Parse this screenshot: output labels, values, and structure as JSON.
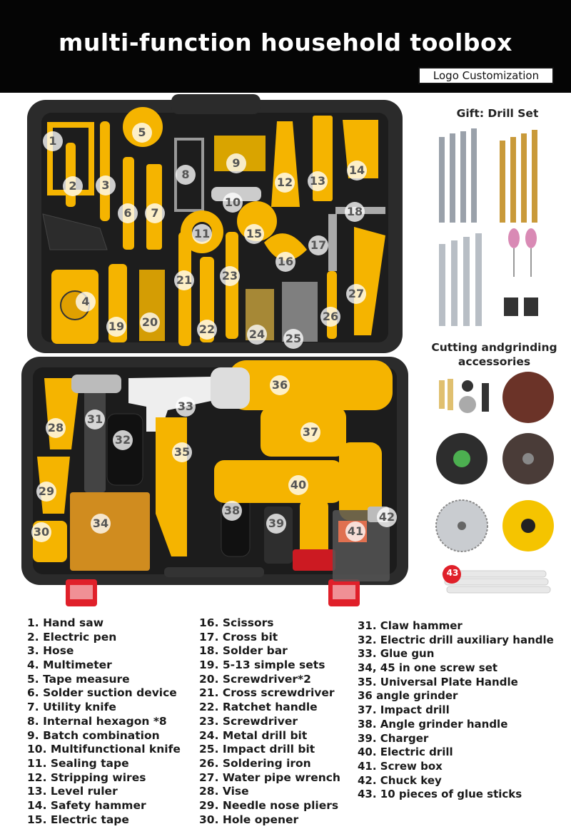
{
  "header": {
    "title": "multi-function household toolbox",
    "logo_button": "Logo Customization"
  },
  "gift": {
    "heading": "Gift: Drill Set"
  },
  "cutting": {
    "heading_line1": "Cutting andgrinding",
    "heading_line2": "accessories",
    "glue_badge": "43"
  },
  "case_labels": [
    "1",
    "2",
    "3",
    "4",
    "5",
    "6",
    "7",
    "8",
    "9",
    "10",
    "11",
    "12",
    "13",
    "14",
    "15",
    "16",
    "17",
    "18",
    "19",
    "20",
    "21",
    "22",
    "23",
    "24",
    "25",
    "26",
    "27",
    "28",
    "29",
    "30",
    "31",
    "32",
    "33",
    "34",
    "35",
    "36",
    "37",
    "38",
    "39",
    "40",
    "41",
    "42"
  ],
  "list": {
    "col1": [
      "1. Hand saw",
      "2. Electric pen",
      "3. Hose",
      "4. Multimeter",
      "5. Tape measure",
      "6. Solder suction device",
      "7. Utility knife",
      "8. Internal hexagon *8",
      "9. Batch combination",
      "10. Multifunctional knife",
      "11. Sealing tape",
      "12. Stripping wires",
      "13. Level ruler",
      "14. Safety hammer",
      "15. Electric tape"
    ],
    "col2": [
      "16. Scissors",
      "17. Cross bit",
      "18. Solder bar",
      "19. 5-13 simple sets",
      "20. Screwdriver*2",
      "21. Cross screwdriver",
      "22. Ratchet handle",
      "23. Screwdriver",
      "24. Metal drill bit",
      "25. Impact drill bit",
      "26. Soldering iron",
      "27. Water pipe wrench",
      "28. Vise",
      "29. Needle nose pliers",
      "30. Hole opener"
    ],
    "col3": [
      "31. Claw hammer",
      "32. Electric drill auxiliary handle",
      "33. Glue gun",
      "34, 45 in one screw set",
      "35. Universal Plate Handle",
      "36 angle grinder",
      "37. Impact drill",
      "38. Angle grinder handle",
      "39. Charger",
      "40. Electric drill",
      "41. Screw box",
      "42. Chuck key",
      "43. 10 pieces of glue sticks"
    ]
  },
  "colors": {
    "header_bg": "#050505",
    "case_body": "#2b2b2b",
    "case_tray": "#1c1c1c",
    "tool_yellow": "#f5b400",
    "latch_red": "#e0202a"
  }
}
